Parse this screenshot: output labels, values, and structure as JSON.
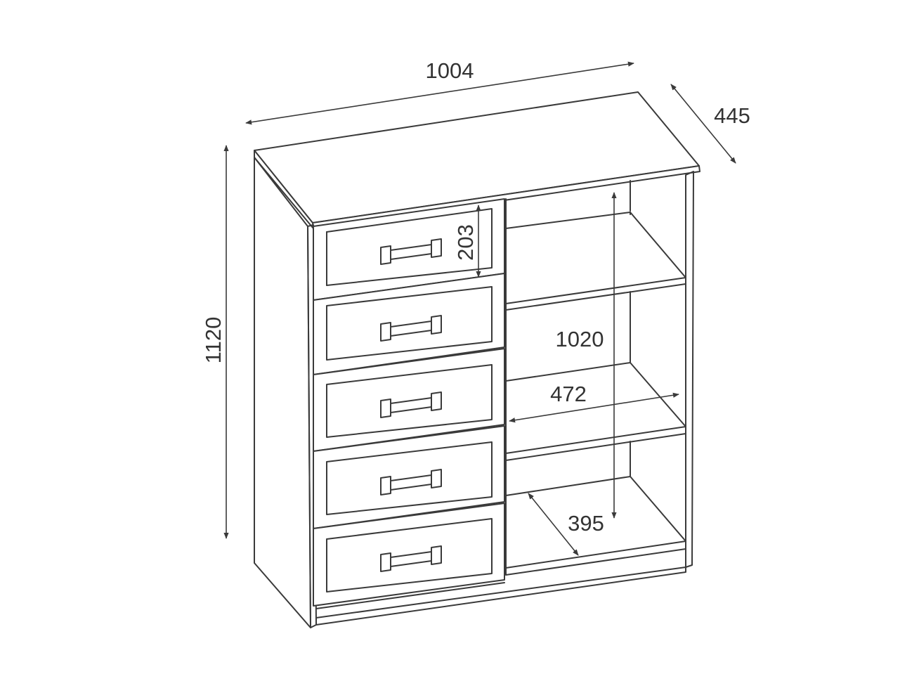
{
  "dimensions": {
    "width": "1004",
    "depth": "445",
    "height": "1120",
    "drawer_height": "203",
    "shelf_height": "1020",
    "shelf_width": "472",
    "shelf_depth": "395"
  },
  "drawers": [
    {
      "index": 1
    },
    {
      "index": 2
    },
    {
      "index": 3
    },
    {
      "index": 4
    },
    {
      "index": 5
    }
  ],
  "colors": {
    "line": "#3a3a3a",
    "text": "#333333",
    "background": "#ffffff"
  }
}
